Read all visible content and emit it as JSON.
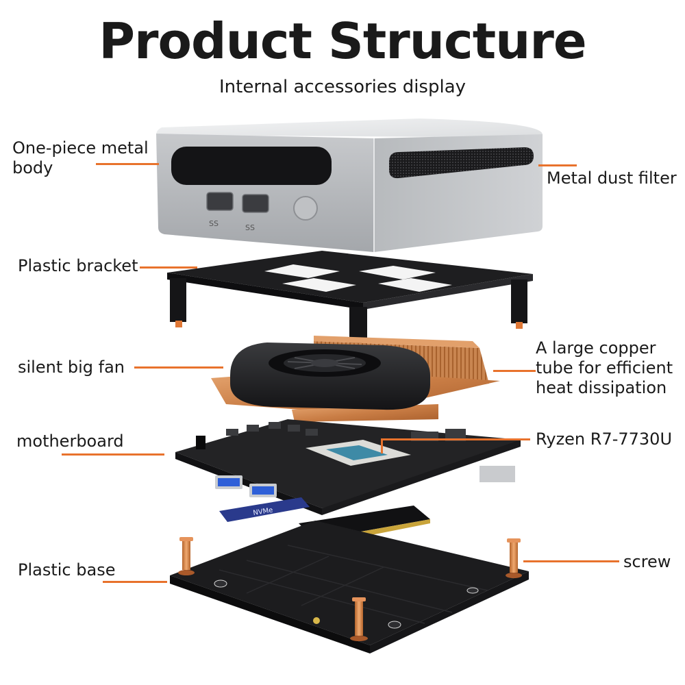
{
  "header": {
    "title": "Product Structure",
    "subtitle": "Internal accessories display"
  },
  "labels": {
    "body": [
      "One-piece metal",
      "body"
    ],
    "dust_filter": "Metal dust filter",
    "bracket": "Plastic bracket",
    "fan": "silent big fan",
    "copper": [
      "A large copper",
      "tube for efficient",
      "heat dissipation"
    ],
    "motherboard": "motherboard",
    "cpu": "Ryzen R7-7730U",
    "base": "Plastic base",
    "screw": "screw"
  },
  "device": {
    "usb_logo": "SS",
    "ssd_brand": "NVMe"
  },
  "colors": {
    "accent": "#e8722c",
    "body_silver": "#c9ccd0",
    "dark_plastic": "#1e1e20",
    "copper": "#d08a50"
  }
}
